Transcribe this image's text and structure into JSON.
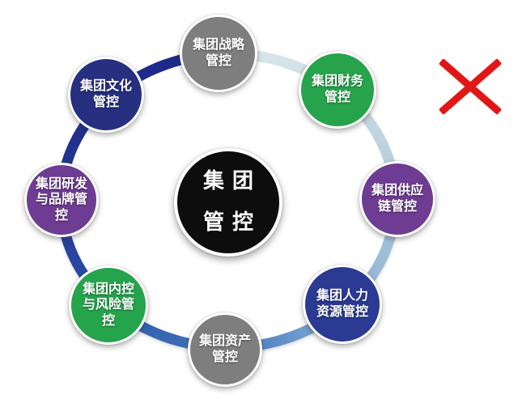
{
  "diagram": {
    "title_meaning": "group-control-cycle",
    "background": "#ffffff",
    "center": {
      "label": "集团\n管控",
      "color": "#0d0d0d",
      "text_color": "#ffffff"
    },
    "nodes": [
      {
        "id": "strategy",
        "label": "集团战略\n管控",
        "color": "#7e7e7e"
      },
      {
        "id": "finance",
        "label": "集团财务\n管控",
        "color": "#27a34b"
      },
      {
        "id": "supply-chain",
        "label": "集团供应\n链管控",
        "color": "#6e3c92"
      },
      {
        "id": "hr",
        "label": "集团人力\n资源管控",
        "color": "#2b3a92"
      },
      {
        "id": "asset",
        "label": "集团资产\n管控",
        "color": "#7e7e7e"
      },
      {
        "id": "internal-control",
        "label": "集团内控\n与风险管\n控",
        "color": "#25a44c"
      },
      {
        "id": "rd-brand",
        "label": "集团研发\n与品牌管\n控",
        "color": "#6e3c92"
      },
      {
        "id": "culture",
        "label": "集团文化\n管控",
        "color": "#262f80"
      }
    ],
    "ring_gradient": [
      {
        "color": "#dce8ec",
        "angle": 0
      },
      {
        "color": "#cfdfe5",
        "angle": 45
      },
      {
        "color": "#aac7d9",
        "angle": 95
      },
      {
        "color": "#86add5",
        "angle": 135
      },
      {
        "color": "#4a7cbf",
        "angle": 175
      },
      {
        "color": "#3361af",
        "angle": 215
      },
      {
        "color": "#27409d",
        "angle": 255
      },
      {
        "color": "#202d8c",
        "angle": 300
      },
      {
        "color": "#1d298a",
        "angle": 356
      },
      {
        "color": "#dce8ec",
        "angle": 360
      }
    ],
    "x_mark_color": "#e11717"
  }
}
